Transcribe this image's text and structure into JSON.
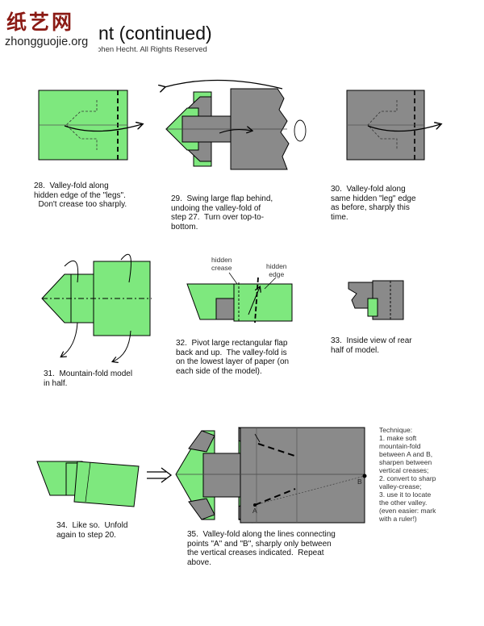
{
  "header": {
    "title": "nt (continued)",
    "copyright": "ohen Hecht.  All Rights Reserved"
  },
  "watermark": {
    "cn": "纸艺网",
    "en": "zhongguojie.org"
  },
  "colors": {
    "paper_green": "#7ee87e",
    "paper_gray": "#8a8a8a",
    "line": "#000000"
  },
  "steps": [
    {
      "caption": "28.  Valley-fold along\nhidden edge of the \"legs\".\n  Don't crease too sharply."
    },
    {
      "caption": "29.  Swing large flap behind,\nundoing the valley-fold of\nstep 27.  Turn over top-to-\nbottom."
    },
    {
      "caption": "30.  Valley-fold along\nsame hidden \"leg\" edge\nas before, sharply this\ntime."
    },
    {
      "caption": "31.  Mountain-fold model\nin half."
    },
    {
      "caption": "32.  Pivot large rectangular flap\nback and up.  The valley-fold is\non the lowest layer of paper (on\neach side of the model)."
    },
    {
      "caption": "33.  Inside view of rear\nhalf of model."
    },
    {
      "caption": "34.  Like so.  Unfold\nagain to step 20."
    },
    {
      "caption": "35.  Valley-fold along the lines connecting\npoints \"A\" and \"B\", sharply only between\nthe vertical creases indicated.  Repeat\nabove."
    }
  ],
  "labels": {
    "hidden_crease": "hidden\ncrease",
    "hidden_edge": "hidden\nedge",
    "point_a": "A",
    "point_b": "B"
  },
  "technique": "Technique:\n1. make soft\nmountain-fold\nbetween A and B,\nsharpen between\nvertical creases;\n2. convert to sharp\nvalley-crease;\n3. use it to locate\nthe other valley.\n(even easier: mark\nwith a ruler!)"
}
